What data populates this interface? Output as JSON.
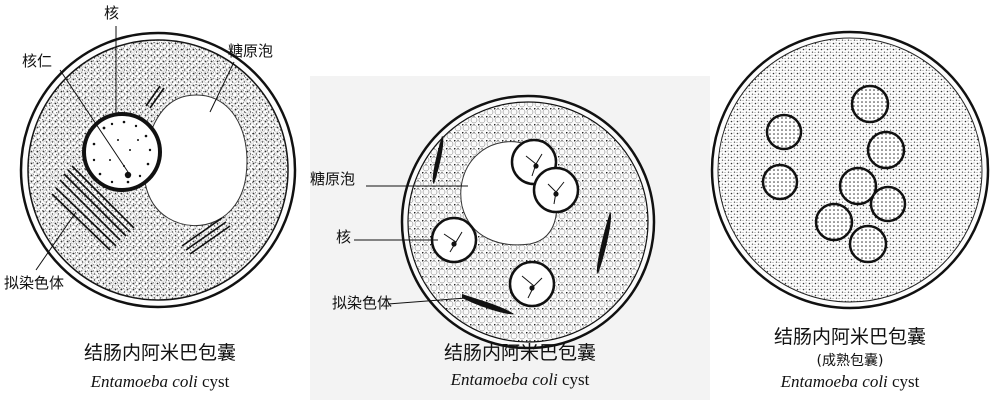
{
  "panels": [
    {
      "caption_zh": "结肠内阿米巴包囊",
      "caption_en_genus": "Entamoeba coli",
      "caption_en_rest": "cyst",
      "labels": {
        "nucleus": "核",
        "nucleolus": "核仁",
        "glycogen_vacuole": "糖原泡",
        "chromatoid_body": "拟染色体"
      }
    },
    {
      "caption_zh": "结肠内阿米巴包囊",
      "caption_en_genus": "Entamoeba coli",
      "caption_en_rest": "cyst",
      "labels": {
        "glycogen_vacuole": "糖原泡",
        "nucleus": "核",
        "chromatoid_body": "拟染色体"
      }
    },
    {
      "caption_zh": "结肠内阿米巴包囊",
      "caption_sub": "(成熟包囊)",
      "caption_en_genus": "Entamoeba coli",
      "caption_en_rest": "cyst"
    }
  ],
  "colors": {
    "ink": "#111111",
    "stipple": "#2a2a2a",
    "panel2_bg": "#f3f3f3"
  }
}
